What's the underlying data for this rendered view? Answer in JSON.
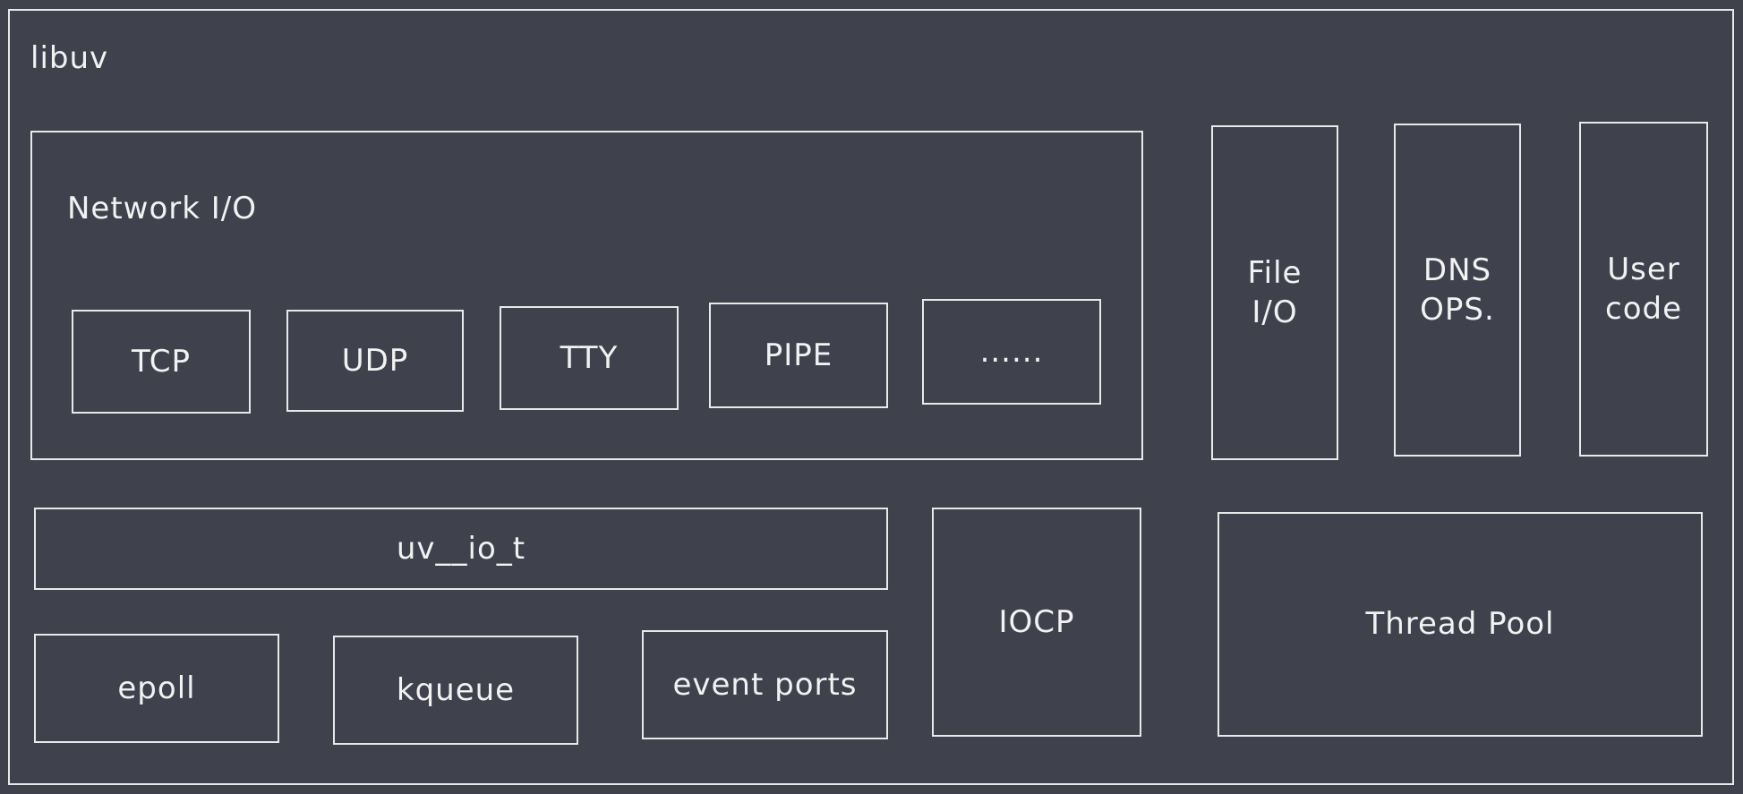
{
  "diagram": {
    "outer_label": "libuv",
    "network": {
      "label": "Network I/O",
      "items": [
        "TCP",
        "UDP",
        "TTY",
        "PIPE",
        "......"
      ]
    },
    "side_boxes": [
      "File\nI/O",
      "DNS\nOPS.",
      "User\ncode"
    ],
    "uv_io_t": "uv__io_t",
    "backends": [
      "epoll",
      "kqueue",
      "event ports"
    ],
    "iocp": "IOCP",
    "thread_pool": "Thread Pool",
    "colors": {
      "background": "#3f424d",
      "stroke": "#e9e9e9",
      "text": "#f2f2f2"
    }
  }
}
